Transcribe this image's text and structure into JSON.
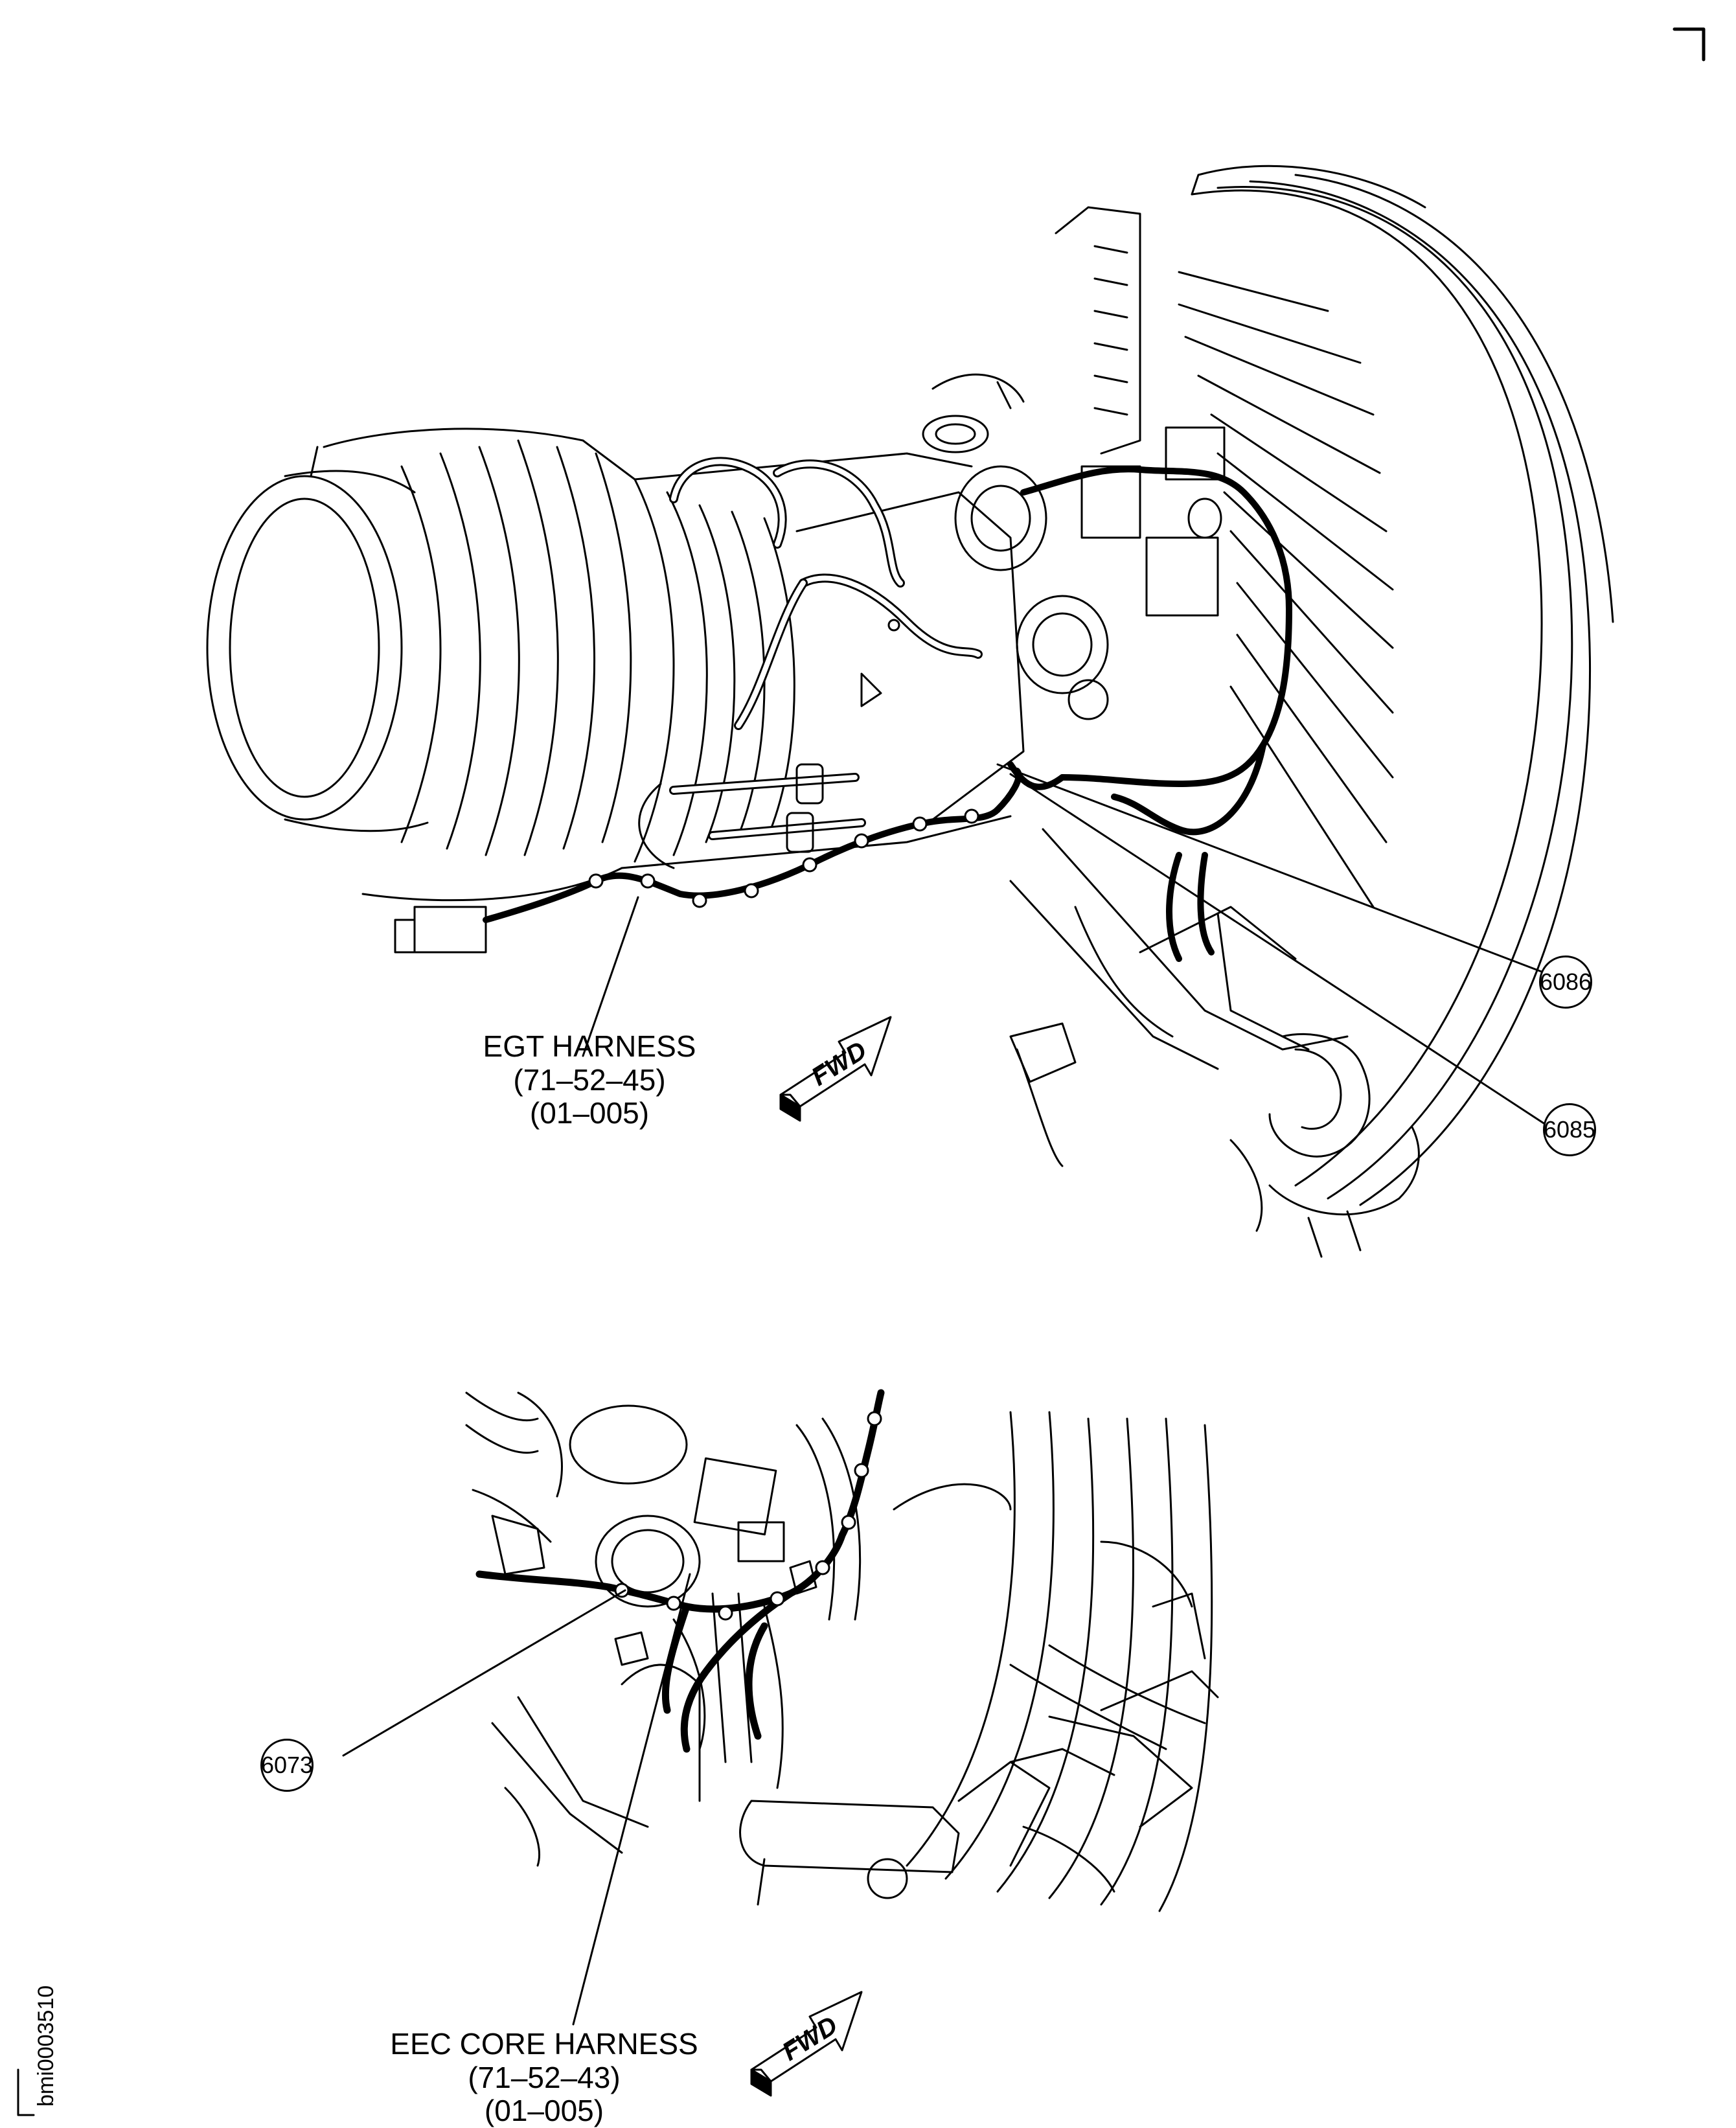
{
  "labels": {
    "egt": {
      "title": "EGT HARNESS",
      "ref": "(71–52–45)",
      "eff": "(01–005)"
    },
    "eec": {
      "title": "EEC CORE HARNESS",
      "ref": "(71–52–43)",
      "eff": "(01–005)"
    }
  },
  "callouts": {
    "c6086": "6086",
    "c6085": "6085",
    "c6073": "6073"
  },
  "fwd": "FWD",
  "figure_id": "bmi0003510"
}
